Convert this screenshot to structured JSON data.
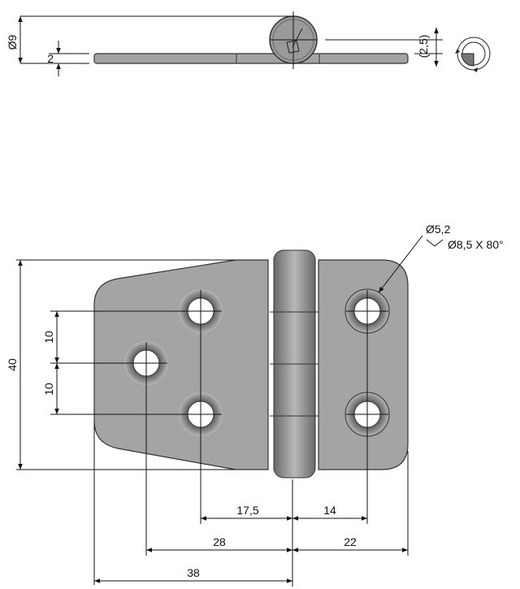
{
  "top_view": {
    "diameter_label": "Ø9",
    "thickness_label": "2",
    "offset_label": "(2,5)"
  },
  "front_view": {
    "hole_diameter_label": "Ø5,2",
    "countersink_label": "Ø8,5 X 80°",
    "height_label": "40",
    "spacing_upper_label": "10",
    "spacing_lower_label": "10",
    "dim_17_5": "17,5",
    "dim_14": "14",
    "dim_28": "28",
    "dim_22": "22",
    "dim_38": "38"
  },
  "colors": {
    "metal": "#a4a4a4",
    "line": "#111111"
  }
}
